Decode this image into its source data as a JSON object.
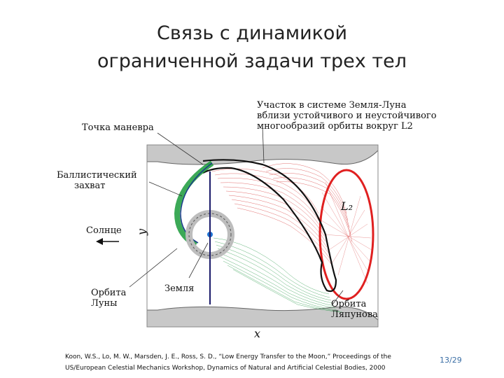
{
  "slide": {
    "title_line1": "Связь с динамикой",
    "title_line2": "ограниченной задачи трех тел",
    "citation_line1": "Koon, W.S., Lo, M. W., Marsden, J. E., Ross, S. D., “Low Energy Transfer to the Moon,” Proceedings of the",
    "citation_line2": "US/European Celestial Mechanics Workshop, Dynamics of Natural and Artificial Celestial Bodies, 2000",
    "page_number": "13/29"
  },
  "figure": {
    "labels": {
      "maneuver_point": "Точка маневра",
      "ballistic_capture_line1": "Баллистический",
      "ballistic_capture_line2": "захват",
      "sun": "Солнце",
      "moon_orbit_line1": "Орбита",
      "moon_orbit_line2": "Луны",
      "earth": "Земля",
      "earth_moon_region_line1": "Участок в системе Земля-Луна",
      "earth_moon_region_line2": "вблизи устойчивого и неустойчивого",
      "earth_moon_region_line3": "многообразий орбиты вокруг L2",
      "l2": "L₂",
      "lyapunov_orbit_line1": "Орбита",
      "lyapunov_orbit_line2": "Ляпунова",
      "x_axis": "x",
      "y_axis": "y"
    },
    "colors": {
      "unstable_manifold": "#d84040",
      "stable_manifold": "#2a9a4a",
      "lyapunov_orbit": "#e02020",
      "trajectory": "#111111",
      "capture_arc": "#1a9a3a",
      "forbidden_region": "#c8c8c8",
      "earth": "#1e73d2"
    }
  }
}
